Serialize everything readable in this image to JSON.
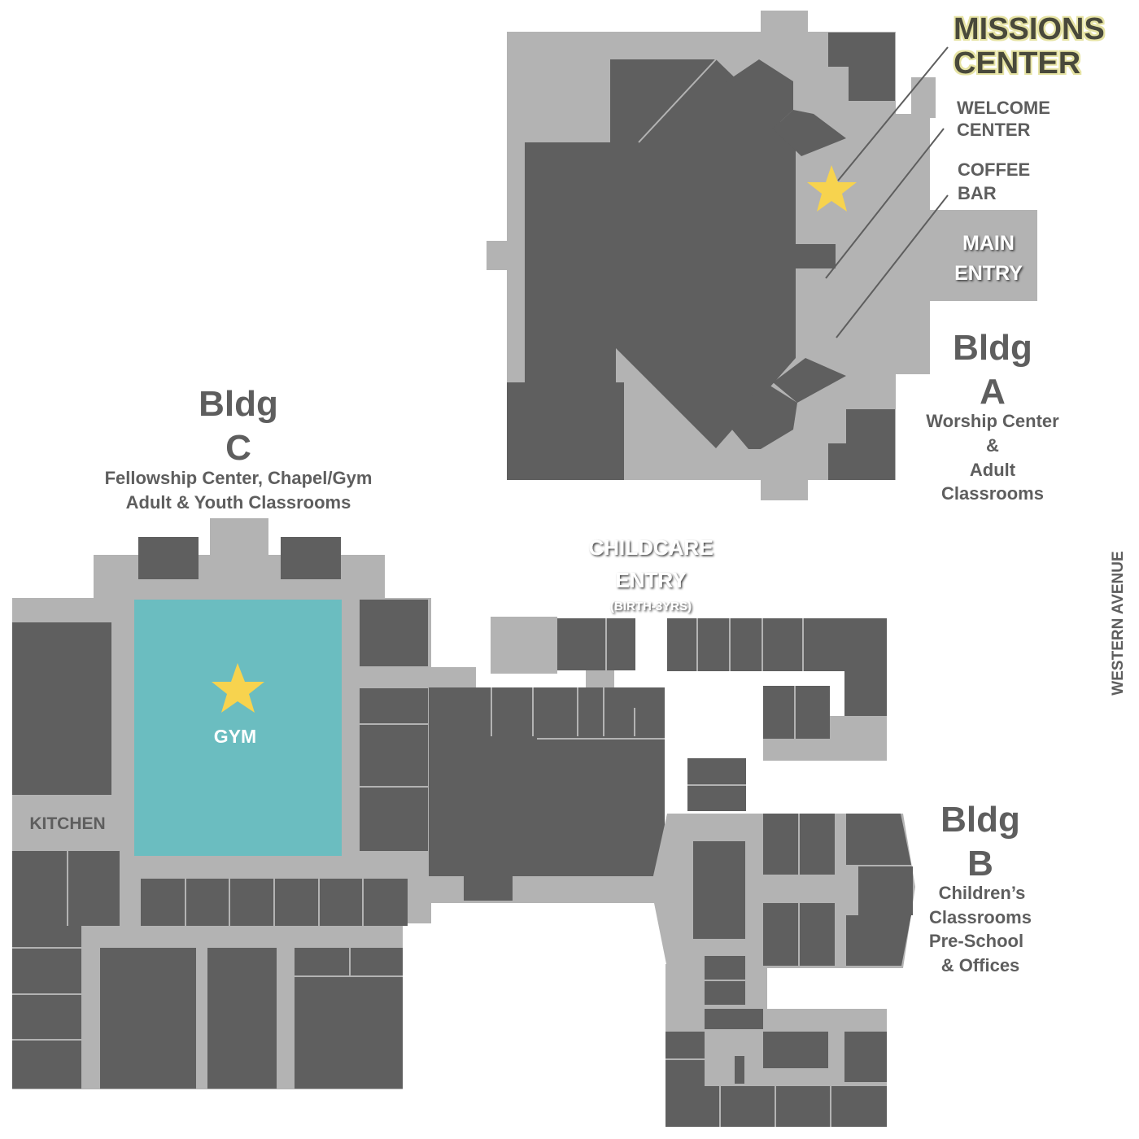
{
  "building_a": {
    "title_line1": "Bldg",
    "title_line2": "A",
    "desc_lines": [
      "Worship Center",
      "&",
      "Adult",
      "Classrooms"
    ],
    "missions_center_line1": "MISSIONS",
    "missions_center_line2": "CENTER",
    "welcome_center_line1": "WELCOME",
    "welcome_center_line2": "CENTER",
    "coffee_bar_line1": "COFFEE",
    "coffee_bar_line2": "BAR",
    "main_entry_line1": "MAIN",
    "main_entry_line2": "ENTRY"
  },
  "building_b": {
    "title_line1": "Bldg",
    "title_line2": "B",
    "desc_lines": [
      "Children’s",
      "Classrooms",
      "Pre-School",
      "& Offices"
    ]
  },
  "building_c": {
    "title_line1": "Bldg",
    "title_line2": "C",
    "desc_lines": [
      "Fellowship Center, Chapel/Gym",
      "Adult & Youth Classrooms"
    ],
    "gym_label": "GYM",
    "kitchen_label": "KITCHEN"
  },
  "childcare_entry": {
    "line1": "CHILDCARE",
    "line2": "ENTRY",
    "line3": "(BIRTH-3YRS)"
  },
  "street_label": "WESTERN AVENUE",
  "colors": {
    "room": "#5f5f5f",
    "corridor": "#b3b3b3",
    "gym": "#6bbdc0",
    "star": "#f7d34e",
    "label": "#5e5e5e",
    "missions_text": "#4a4a3a",
    "missions_glow": "#e6e3a3"
  },
  "icons": [
    "missions-center-star-icon",
    "gym-star-icon"
  ]
}
